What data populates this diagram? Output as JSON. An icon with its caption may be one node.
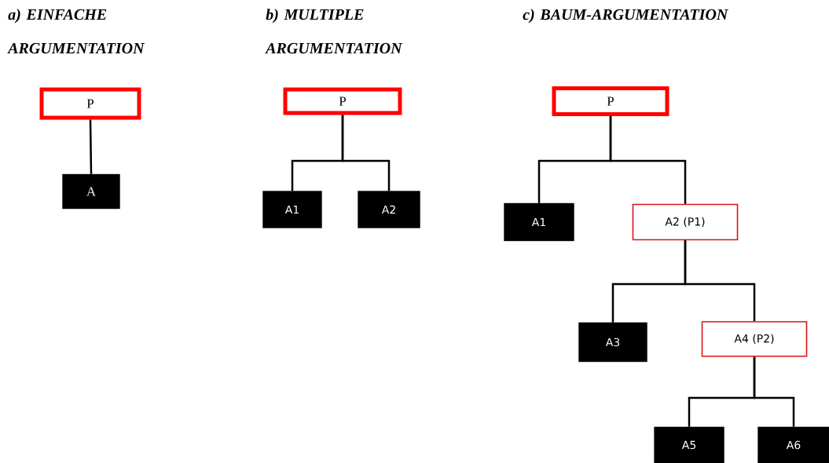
{
  "diagram": {
    "nodes": [
      {
        "text": [
          "P"
        ]
      },
      {
        "text": [
          "A"
        ]
      },
      {
        "text": [
          "P"
        ]
      },
      {
        "text": [
          "A1"
        ]
      },
      {
        "text": [
          "A2"
        ]
      },
      {
        "text": [
          "P"
        ]
      },
      {
        "text": [
          "A1"
        ]
      },
      {
        "text": [
          "A2 (P1)"
        ]
      },
      {
        "text": [
          "A3"
        ]
      },
      {
        "text": [
          "A4 (P2)"
        ]
      },
      {
        "text": [
          "A5"
        ]
      },
      {
        "text": [
          "A6"
        ]
      }
    ],
    "edges": [
      {
        "from": 0,
        "to": 1,
        "arrow": "none"
      },
      {
        "from": 2,
        "to": 3,
        "arrow": "none"
      },
      {
        "from": 2,
        "to": 4,
        "arrow": "none"
      },
      {
        "from": 5,
        "to": 6,
        "arrow": "none"
      },
      {
        "from": 5,
        "to": 7,
        "arrow": "none"
      },
      {
        "from": 7,
        "to": 8,
        "arrow": "none"
      },
      {
        "from": 7,
        "to": 9,
        "arrow": "none"
      },
      {
        "from": 9,
        "to": 10,
        "arrow": "none"
      },
      {
        "from": 9,
        "to": 11,
        "arrow": "none"
      }
    ],
    "labels": [
      "a) EINFACHE ARGUMENTATION",
      "b) MULTIPLE ARGUMENTATION",
      "c) BAUM-ARGUMENTATION"
    ]
  }
}
